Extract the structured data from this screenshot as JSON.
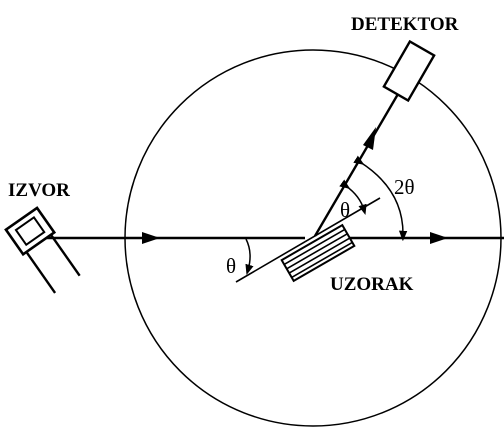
{
  "labels": {
    "source": "IZVOR",
    "detector": "DETEKTOR",
    "sample": "UZORAK",
    "theta_incident": "θ",
    "theta_reflected": "θ",
    "two_theta": "2θ"
  },
  "colors": {
    "ink": "#000000",
    "paper": "#ffffff"
  }
}
